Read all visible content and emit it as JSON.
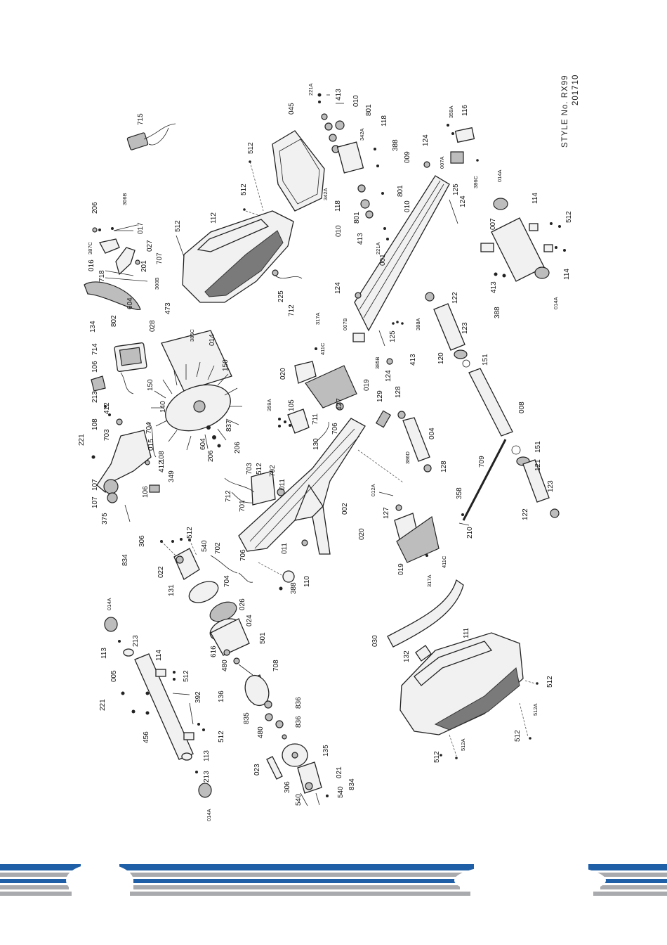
{
  "style_block": {
    "style_no": "STYLE No. RX99",
    "code": "201710"
  },
  "labels": {
    "l715": "715",
    "l045": "045",
    "l512": "512",
    "l221A": "221A",
    "l413": "413",
    "l010": "010",
    "l801": "801",
    "l118": "118",
    "l342A": "342A",
    "l388": "388",
    "l009": "009",
    "l359A": "359A",
    "l116": "116",
    "l124": "124",
    "l007A": "007A",
    "l386C": "386C",
    "l125": "125",
    "l014A": "014A",
    "l114": "114",
    "l007": "007",
    "l001": "001",
    "l112": "112",
    "l206": "206",
    "l306B": "306B",
    "l017": "017",
    "l027": "027",
    "l016": "016",
    "l387C": "387C",
    "l718": "718",
    "l201": "201",
    "l707": "707",
    "l300B": "300B",
    "l225": "225",
    "l712": "712",
    "l134": "134",
    "l802": "802",
    "l604": "604",
    "l473": "473",
    "l028": "028",
    "l385C": "385C",
    "l014": "014",
    "l714": "714",
    "l106": "106",
    "l150": "150",
    "l213": "213",
    "l412": "412",
    "l140": "140",
    "l108": "108",
    "l703": "703",
    "l704": "704",
    "l015": "015",
    "l221": "221",
    "l837": "837",
    "l349": "349",
    "l107": "107",
    "l375": "375",
    "l317A": "317A",
    "l411C": "411C",
    "l007B": "007B",
    "l385B": "385B",
    "l388A": "388A",
    "l020": "020",
    "l019": "019",
    "l105": "105",
    "l127": "127",
    "l129": "129",
    "l128": "128",
    "l711": "711",
    "l130": "130",
    "l386D": "386D",
    "l122": "122",
    "l123": "123",
    "l120": "120",
    "l151": "151",
    "l008": "008",
    "l004": "004",
    "l709": "709",
    "l121": "121",
    "l358": "358",
    "l210": "210",
    "l012A": "012A",
    "l002": "002",
    "l702": "702",
    "l011": "011",
    "l701": "701",
    "l306": "306",
    "l540": "540",
    "l834": "834",
    "l022": "022",
    "l131": "131",
    "l026": "026",
    "l024": "024",
    "l501": "501",
    "l616": "616",
    "l480": "480",
    "l708": "708",
    "l136": "136",
    "l836": "836",
    "l835": "835",
    "l135": "135",
    "l023": "023",
    "l021": "021",
    "l110": "110",
    "l706": "706",
    "l005": "005",
    "l113": "113",
    "l392": "392",
    "l456": "456",
    "l030": "030",
    "l111": "111",
    "l132": "132",
    "l512A": "512A"
  },
  "colors": {
    "stripe_blue": "#1f5fa8",
    "stripe_gray": "#a9aaad",
    "background": "#ffffff"
  }
}
